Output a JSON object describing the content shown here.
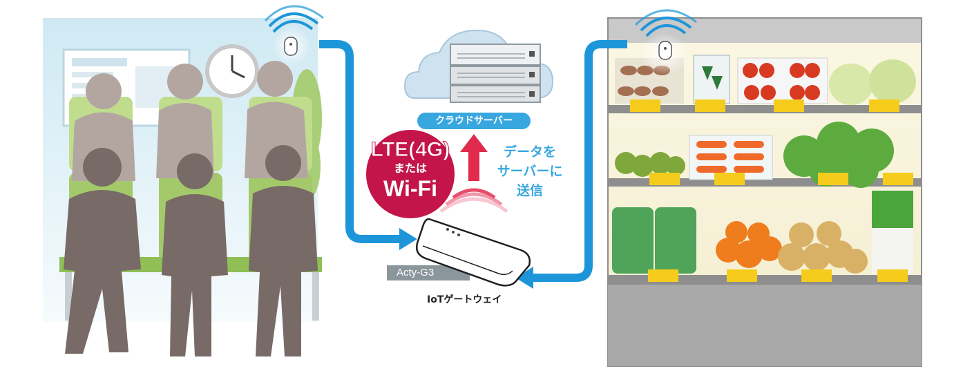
{
  "diagram": {
    "cloud_server_label": "クラウドサーバー",
    "network_badge": {
      "line1": "LTE(4G)",
      "line2": "または",
      "line3": "Wi-Fi"
    },
    "send_text": {
      "line1": "データを",
      "line2": "サーバーに",
      "line3": "送信"
    },
    "gateway_model": "Acty-G3",
    "gateway_label": "IoTゲートウェイ",
    "colors": {
      "flow_arrow": "#1d96d9",
      "badge": "#c3154a",
      "cloud": "#cfe2f0",
      "label_pill": "#38a7df",
      "model_bar": "#8a959c",
      "shelf": "#8e8e8e",
      "seat": "#a4c96b"
    }
  }
}
